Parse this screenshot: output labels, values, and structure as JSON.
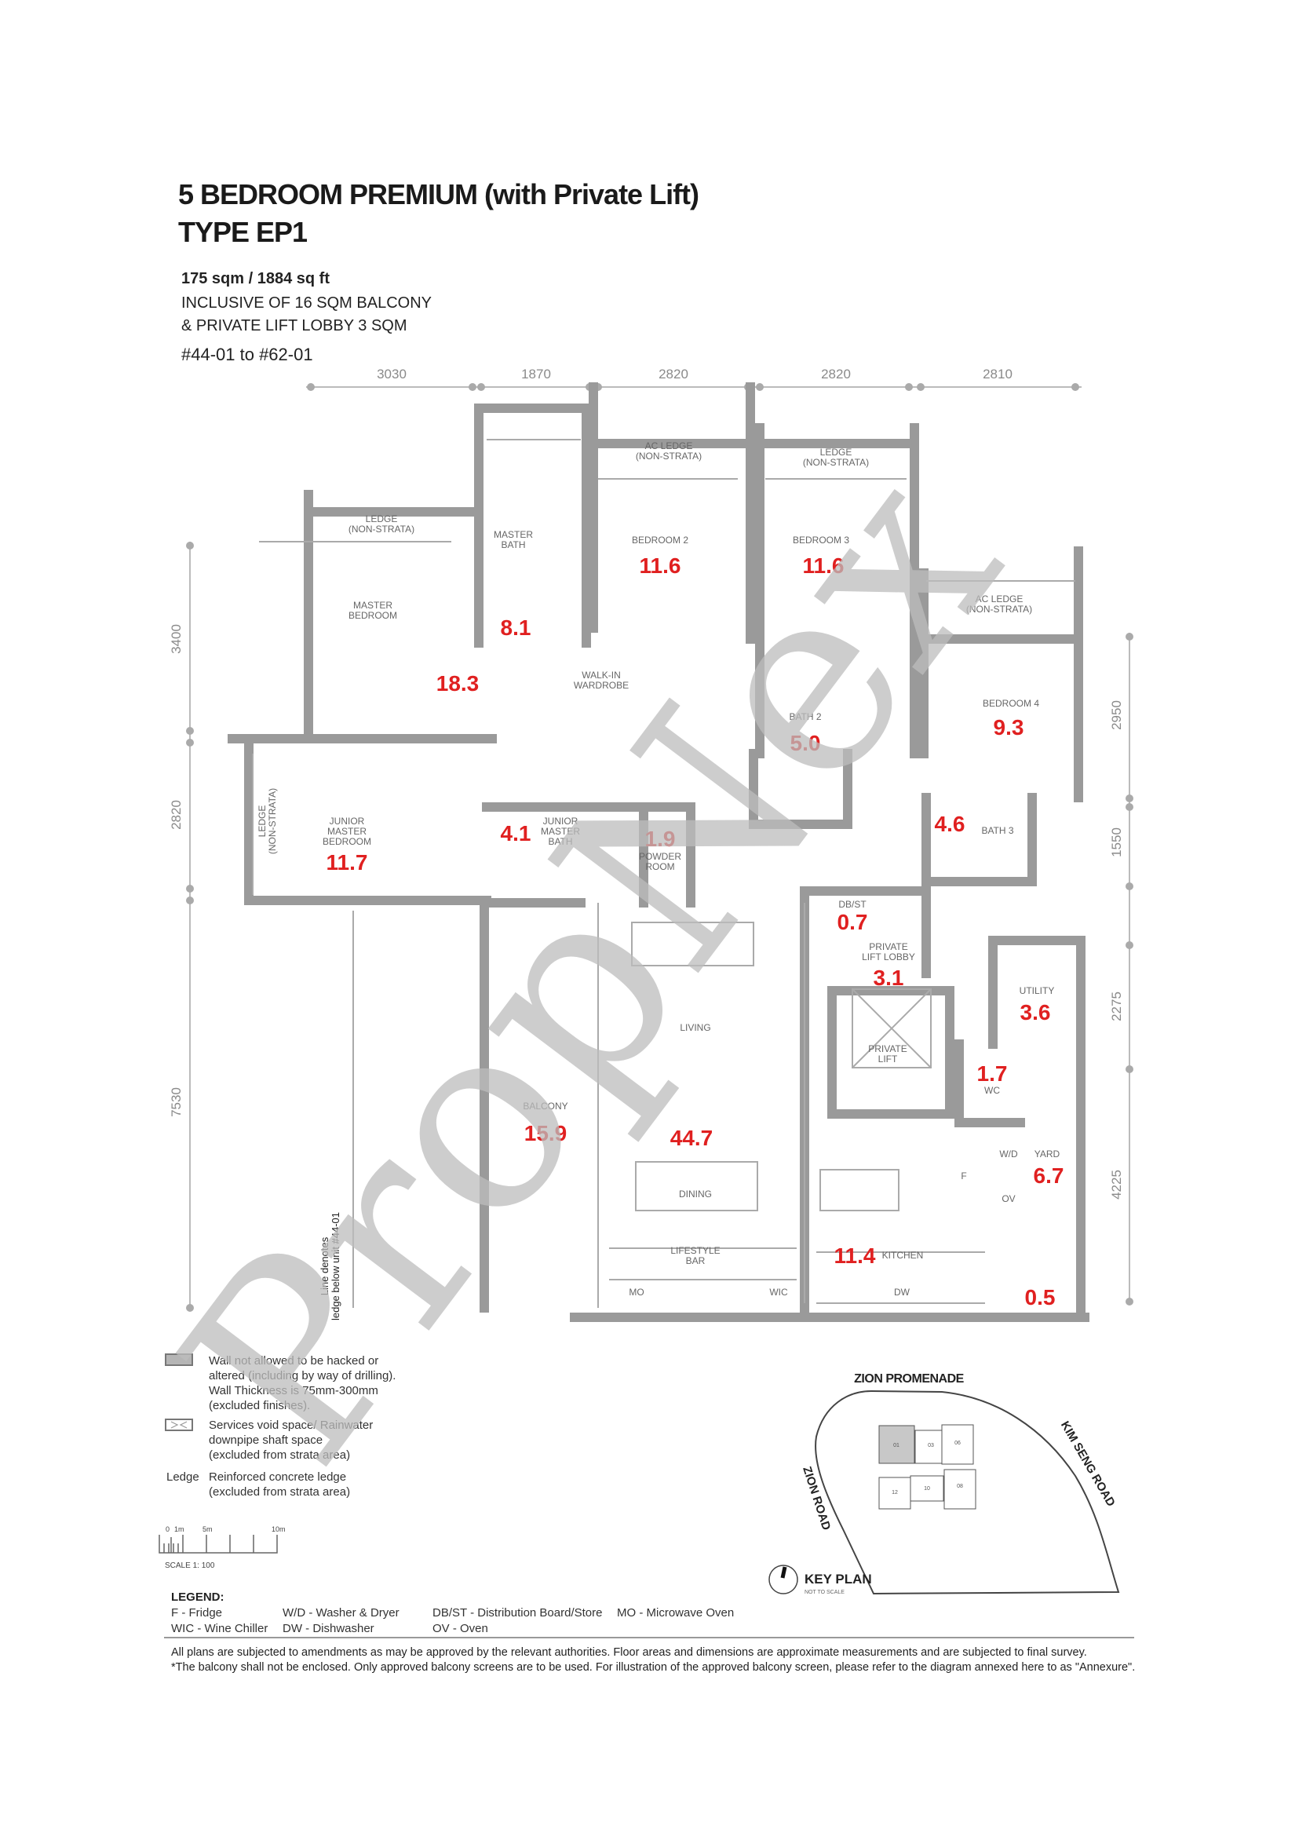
{
  "header": {
    "title_line1": "5 BEDROOM PREMIUM (with Private Lift)",
    "title_line2": "TYPE EP1",
    "area": "175 sqm / 1884 sq ft",
    "inclusive_line1": "INCLUSIVE OF 16 SQM BALCONY",
    "inclusive_line2": "& PRIVATE LIFT LOBBY 3 SQM",
    "units": "#44-01 to #62-01"
  },
  "dimensions": {
    "top": [
      "3030",
      "1870",
      "2820",
      "2820",
      "2810"
    ],
    "left": [
      "3400",
      "2820",
      "7530"
    ],
    "right": [
      "2950",
      "1550",
      "2275",
      "4225"
    ]
  },
  "rooms": {
    "ledge_master": [
      "LEDGE",
      "(NON-STRATA)"
    ],
    "master_bath": [
      "MASTER",
      "BATH"
    ],
    "ac_ledge_bed2": [
      "AC LEDGE",
      "(NON-STRATA)"
    ],
    "ledge_bed3": [
      "LEDGE",
      "(NON-STRATA)"
    ],
    "bedroom2": "BEDROOM 2",
    "bedroom3": "BEDROOM 3",
    "master_bedroom": [
      "MASTER",
      "BEDROOM"
    ],
    "walk_in": [
      "WALK-IN",
      "WARDROBE"
    ],
    "ac_ledge_bed4": [
      "AC LEDGE",
      "(NON-STRATA)"
    ],
    "bedroom4": "BEDROOM 4",
    "bath2": "BATH 2",
    "ledge_junior": [
      "LEDGE",
      "(NON-STRATA)"
    ],
    "junior_master_bedroom": [
      "JUNIOR",
      "MASTER",
      "BEDROOM"
    ],
    "junior_master_bath": [
      "JUNIOR",
      "MASTER",
      "BATH"
    ],
    "powder_room": [
      "POWDER",
      "ROOM"
    ],
    "bath3": "BATH 3",
    "dbst": "DB/ST",
    "private_lift_lobby": [
      "PRIVATE",
      "LIFT LOBBY"
    ],
    "utility": "UTILITY",
    "private_lift": [
      "PRIVATE",
      "LIFT"
    ],
    "wc": "WC",
    "living": "LIVING",
    "balcony": "BALCONY",
    "wd": "W/D",
    "yard": "YARD",
    "fridge": "F",
    "oven": "OV",
    "dining": "DINING",
    "lifestyle_bar": [
      "LIFESTYLE",
      "BAR"
    ],
    "kitchen": "KITCHEN",
    "mo": "MO",
    "wic": "WIC",
    "dw": "DW",
    "ledge_note": [
      "Line denotes",
      "ledge below unit #44-01"
    ]
  },
  "areas": {
    "master_bedroom": "18.3",
    "master_bath": "8.1",
    "bedroom2": "11.6",
    "bedroom3": "11.6",
    "bedroom4": "9.3",
    "bath2": "5.0",
    "junior_master_bedroom": "11.7",
    "junior_master_bath": "4.1",
    "powder_room": "1.9",
    "bath3": "4.6",
    "dbst": "0.7",
    "lift_lobby": "3.1",
    "utility": "3.6",
    "wc": "1.7",
    "balcony": "15.9",
    "living_dining": "44.7",
    "yard": "6.7",
    "kitchen": "11.4",
    "ledge": "0.5"
  },
  "symbol_legend": {
    "wall": [
      "Wall not allowed to be hacked or",
      "altered (including by way of drilling).",
      "Wall Thickness is 75mm-300mm",
      "(excluded finishes)."
    ],
    "services": [
      "Services void space/ Rainwater",
      "downpipe shaft space",
      "(excluded from strata area)"
    ],
    "ledge_key": "Ledge",
    "ledge": [
      "Reinforced concrete ledge",
      "(excluded from strata area)"
    ]
  },
  "scale": {
    "labels": [
      "0",
      "1m",
      "5m",
      "10m"
    ],
    "text": "SCALE 1:  100"
  },
  "legend": {
    "title": "LEGEND:",
    "items": [
      "F - Fridge",
      "WIC - Wine Chiller",
      "W/D - Washer & Dryer",
      "DW - Dishwasher",
      "DB/ST - Distribution Board/Store",
      "OV - Oven",
      "MO - Microwave Oven"
    ]
  },
  "key_plan": {
    "roads": [
      "ZION PROMENADE",
      "KIM SENG ROAD",
      "ZION ROAD"
    ],
    "blocks": [
      "01",
      "03",
      "06",
      "12",
      "10",
      "08"
    ],
    "title": "KEY PLAN",
    "subtitle": "NOT TO SCALE"
  },
  "footnotes": [
    "All plans are subjected to amendments as may be approved by the relevant authorities. Floor areas and dimensions are approximate measurements and are subjected to final survey.",
    "*The balcony shall not be enclosed. Only approved balcony screens are to be used. For illustration of the approved balcony screen, please refer to the diagram annexed here to as \"Annexure\"."
  ],
  "watermark": "PropNex",
  "colors": {
    "area_text": "#e02020",
    "wall": "#9a9a9a"
  }
}
